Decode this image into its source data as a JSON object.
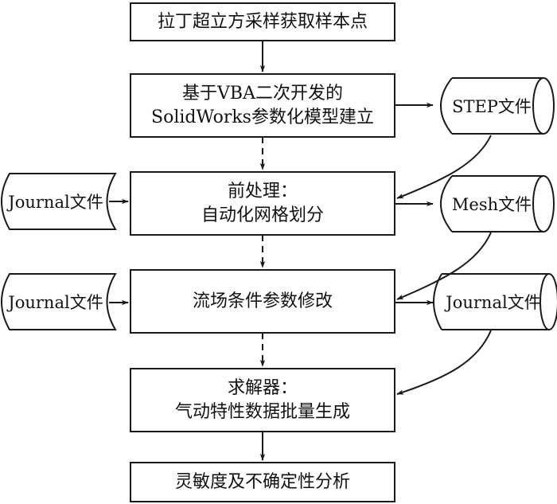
{
  "process_steps": [
    {
      "id": "lhs",
      "lines": [
        "拉丁超立方采样获取样本点"
      ]
    },
    {
      "id": "model",
      "lines": [
        "基于VBA二次开发的",
        "SolidWorks参数化模型建立"
      ]
    },
    {
      "id": "preprocess",
      "lines": [
        "前处理：",
        "自动化网格划分"
      ]
    },
    {
      "id": "flowfield",
      "lines": [
        "流场条件参数修改"
      ]
    },
    {
      "id": "solver",
      "lines": [
        "求解器：",
        "气动特性数据批量生成"
      ]
    },
    {
      "id": "analysis",
      "lines": [
        "灵敏度及不确定性分析"
      ]
    }
  ],
  "output_files": [
    {
      "id": "step",
      "label": "STEP文件"
    },
    {
      "id": "mesh",
      "label": "Mesh文件"
    },
    {
      "id": "journal_out",
      "label": "Journal文件"
    }
  ],
  "input_files": [
    {
      "id": "journal_in_1",
      "label": "Journal文件"
    },
    {
      "id": "journal_in_2",
      "label": "Journal文件"
    }
  ],
  "connections": [
    {
      "from": "lhs",
      "to": "model",
      "style": "solid"
    },
    {
      "from": "model",
      "to": "preprocess",
      "style": "dashed"
    },
    {
      "from": "preprocess",
      "to": "flowfield",
      "style": "dashed"
    },
    {
      "from": "flowfield",
      "to": "solver",
      "style": "dashed"
    },
    {
      "from": "solver",
      "to": "analysis",
      "style": "solid"
    },
    {
      "from": "model",
      "to": "step",
      "style": "solid"
    },
    {
      "from": "step",
      "to": "preprocess",
      "style": "curved"
    },
    {
      "from": "preprocess",
      "to": "mesh",
      "style": "solid"
    },
    {
      "from": "mesh",
      "to": "flowfield",
      "style": "curved"
    },
    {
      "from": "flowfield",
      "to": "journal_out",
      "style": "solid"
    },
    {
      "from": "journal_out",
      "to": "solver",
      "style": "curved"
    },
    {
      "from": "journal_in_1",
      "to": "preprocess",
      "style": "solid"
    },
    {
      "from": "journal_in_2",
      "to": "flowfield",
      "style": "solid"
    }
  ],
  "colors": {
    "stroke": "#1a1a1a",
    "background": "#ffffff"
  }
}
